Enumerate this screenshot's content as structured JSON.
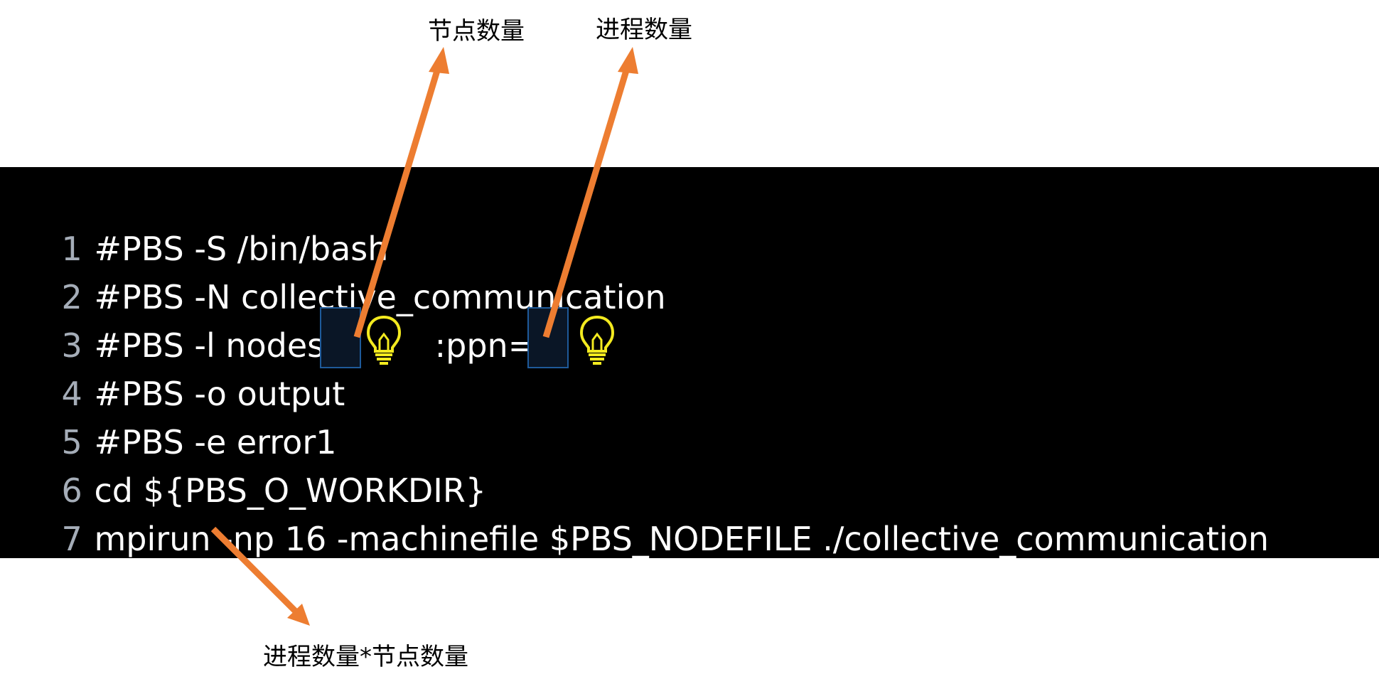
{
  "code": {
    "lines": [
      {
        "num": "1",
        "text": "#PBS -S /bin/bash"
      },
      {
        "num": "2",
        "text": "#PBS -N collective_communication"
      },
      {
        "num": "3",
        "text": "#PBS -l nodes=        :ppn="
      },
      {
        "num": "4",
        "text": "#PBS -o output"
      },
      {
        "num": "5",
        "text": "#PBS -e error1"
      },
      {
        "num": "6",
        "text": "cd ${PBS_O_WORKDIR}"
      },
      {
        "num": "7",
        "text": "mpirun -np 16 -machinefile $PBS_NODEFILE ./collective_communication"
      }
    ]
  },
  "annotations": {
    "nodes_label": "节点数量",
    "ppn_label": "进程数量",
    "np_label": "进程数量*节点数量"
  },
  "colors": {
    "panel_bg": "#000000",
    "code_text": "#ffffff",
    "line_number": "#a5adb8",
    "arrow": "#ed7d31",
    "bulb": "#f3ea1f",
    "input_border": "#1e5a9a"
  },
  "icons": {
    "nodes_hint": "lightbulb-icon",
    "ppn_hint": "lightbulb-icon"
  }
}
